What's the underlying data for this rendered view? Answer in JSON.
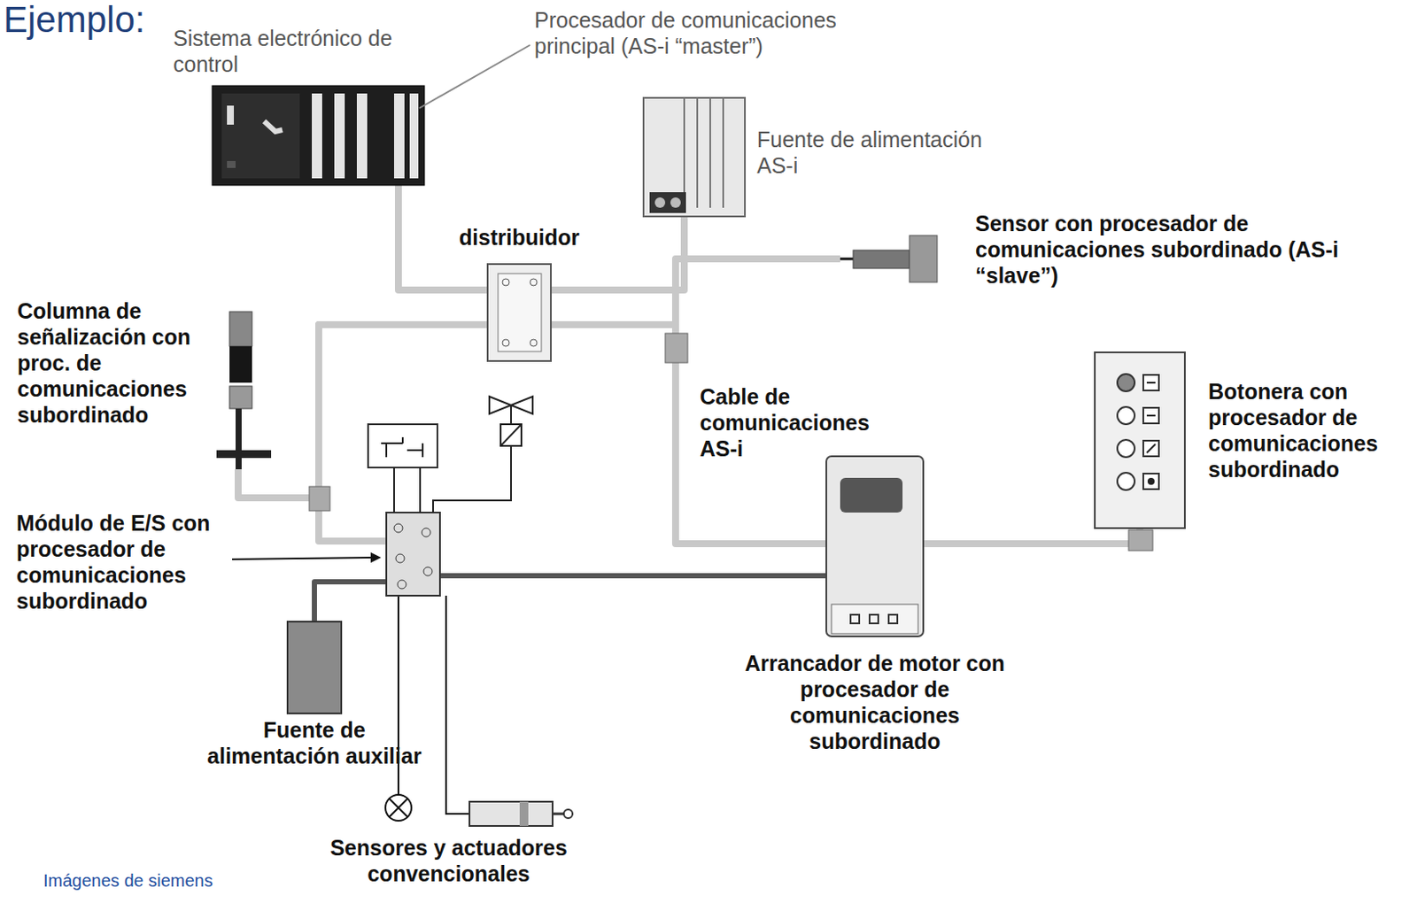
{
  "diagram": {
    "title": "Ejemplo:",
    "nodes": [
      {
        "text": [
          "Sistema electrónico de control",
          "Procesador de comunicaciones principal (AS-i “master”)"
        ]
      },
      {
        "text": [
          "Fuente de alimentación AS-i"
        ]
      },
      {
        "text": [
          "distribuidor"
        ]
      },
      {
        "text": [
          "Sensor con procesador de comunicaciones subordinado (AS-i “slave”)"
        ]
      },
      {
        "text": [
          "Columna de señalización con proc. de comunicaciones subordinado"
        ]
      },
      {
        "text": [
          "Módulo de E/S con procesador de comunicaciones subordinado"
        ]
      },
      {
        "text": [
          "Arrancador de motor con procesador de comunicaciones subordinado"
        ]
      },
      {
        "text": [
          "Botonera con procesador de comunicaciones subordinado"
        ]
      },
      {
        "text": [
          "Fuente de alimentación auxiliar"
        ]
      },
      {
        "text": [
          "Sensores y actuadores convencionales"
        ]
      }
    ],
    "edges": [
      {
        "from": 0,
        "to": 2,
        "arrow": "none"
      },
      {
        "from": 1,
        "to": 2,
        "arrow": "none"
      },
      {
        "from": 2,
        "to": 3,
        "arrow": "none"
      },
      {
        "from": 2,
        "to": 4,
        "arrow": "none"
      },
      {
        "from": 2,
        "to": 5,
        "arrow": "none"
      },
      {
        "from": 2,
        "to": 7,
        "arrow": "none"
      },
      {
        "from": 8,
        "to": 5,
        "arrow": "none"
      },
      {
        "from": 5,
        "to": 6,
        "arrow": "none"
      },
      {
        "from": 5,
        "to": 9,
        "arrow": "none"
      }
    ],
    "labels": [
      "Cable de comunicaciones AS-i",
      "Imágenes de siemens"
    ]
  }
}
